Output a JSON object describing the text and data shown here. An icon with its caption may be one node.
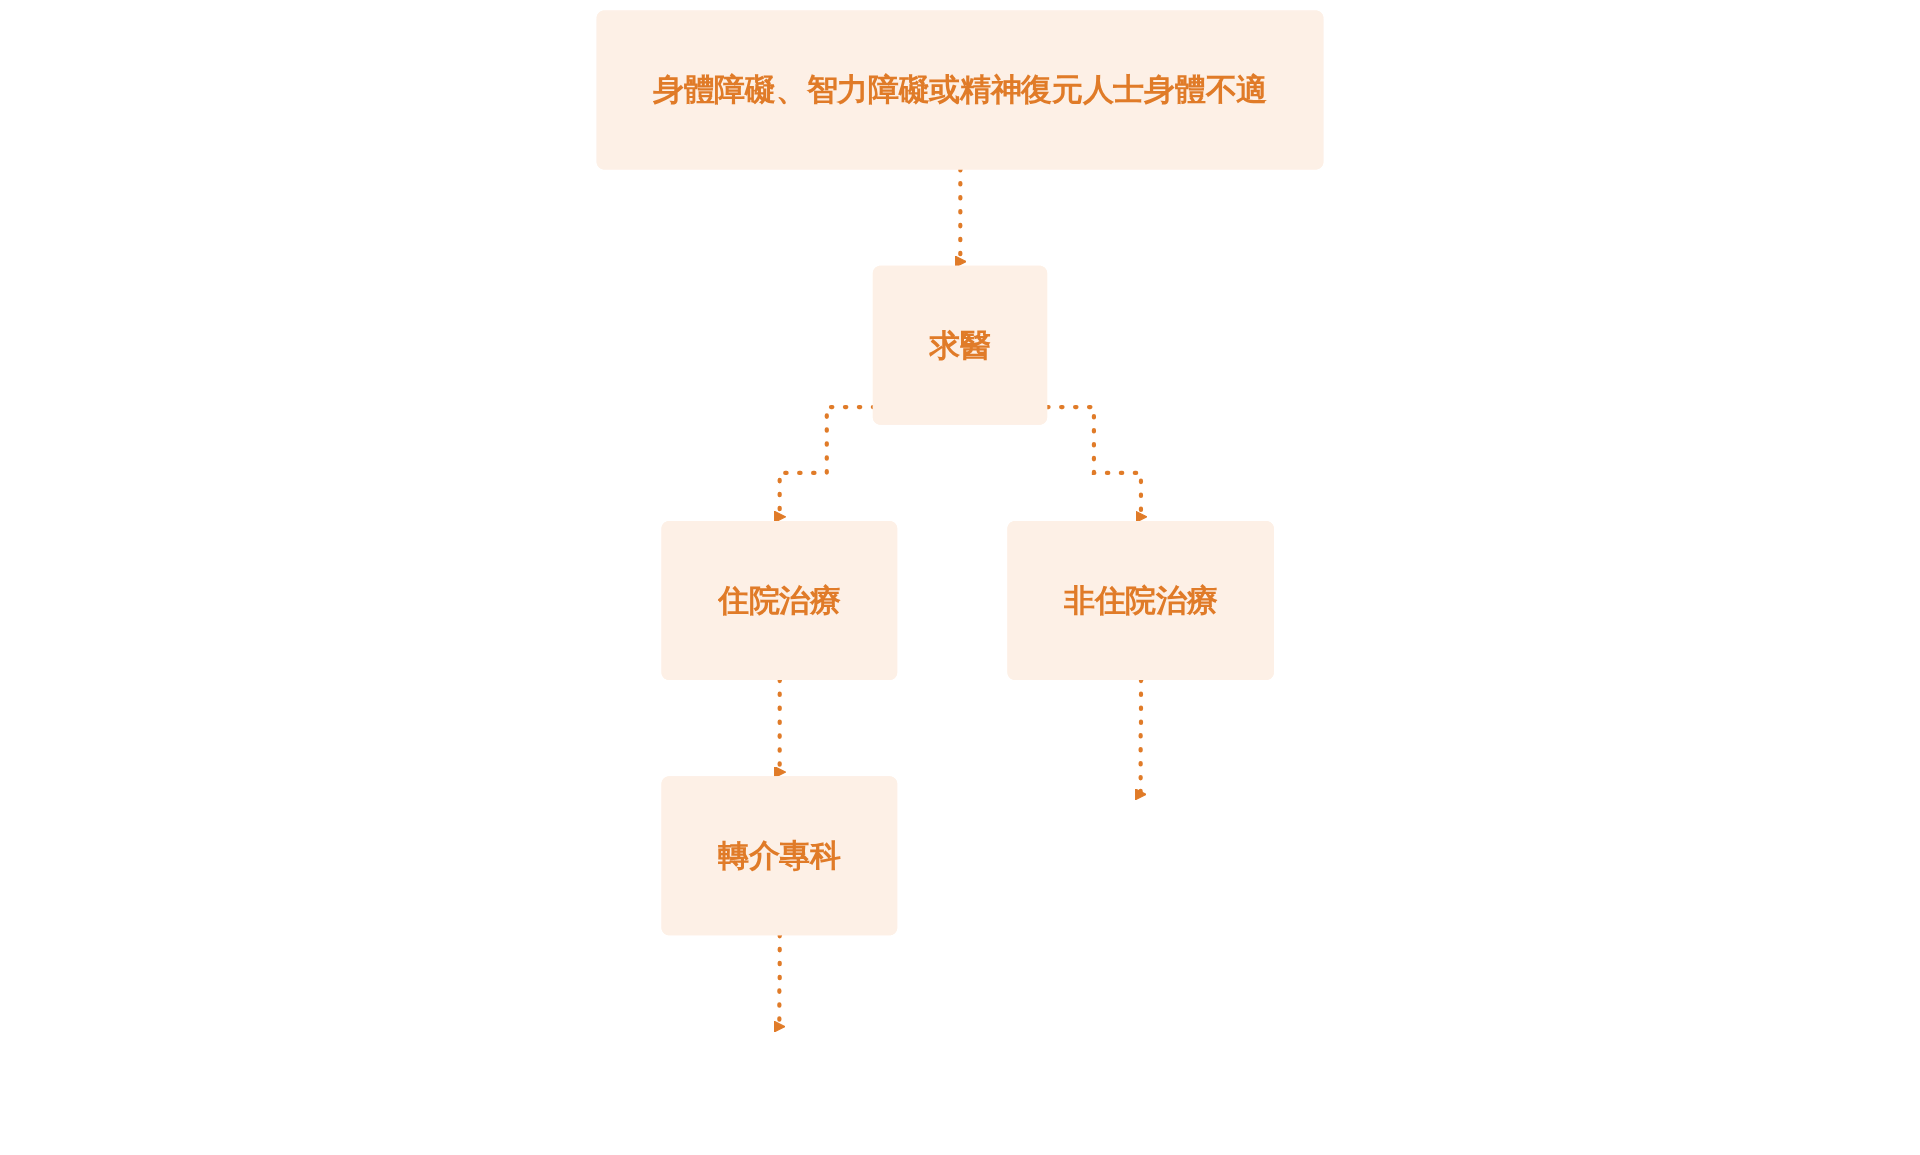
{
  "diagram": {
    "nodes": [
      {
        "text": [
          "身體障礙、智力障礙或精神復元人士身體不適"
        ]
      },
      {
        "text": [
          "求醫"
        ]
      },
      {
        "text": [
          "非住院治療"
        ]
      },
      {
        "text": [
          "住院治療"
        ]
      },
      {
        "text": [
          "轉介專科"
        ]
      }
    ],
    "edges": [
      {
        "from": 0,
        "to": 1,
        "arrow": "to",
        "style": "dashed"
      },
      {
        "from": 1,
        "to": 2,
        "arrow": "to",
        "style": "dashed"
      },
      {
        "from": 1,
        "to": 3,
        "arrow": "to",
        "style": "dashed"
      },
      {
        "from": 3,
        "to": 4,
        "arrow": "to",
        "style": "dashed"
      },
      {
        "from": 2,
        "to": null,
        "arrow": "to",
        "style": "dashed"
      },
      {
        "from": 4,
        "to": null,
        "arrow": "to",
        "style": "dashed"
      }
    ]
  }
}
